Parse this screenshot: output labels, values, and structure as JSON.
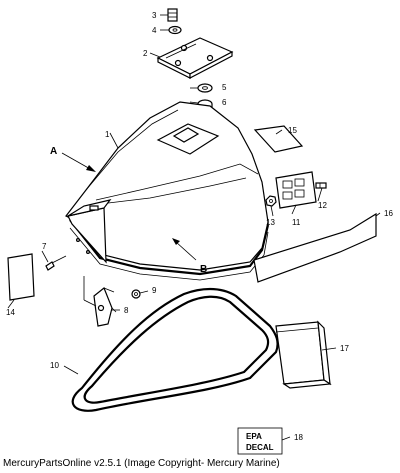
{
  "labels": {
    "p1": "1",
    "p2": "2",
    "p3": "3",
    "p4": "4",
    "p5": "5",
    "p6": "6",
    "p7": "7",
    "p8": "8",
    "p9": "9",
    "p10": "10",
    "p11": "11",
    "p12": "12",
    "p13": "13",
    "p14": "14",
    "p15": "15",
    "p16": "16",
    "p17": "17",
    "p18": "18",
    "A": "A",
    "B": "B"
  },
  "decal": {
    "line1": "EPA",
    "line2": "DECAL"
  },
  "footer": "MercuryPartsOnline v2.5.1 (Image Copyright- Mercury Marine)"
}
